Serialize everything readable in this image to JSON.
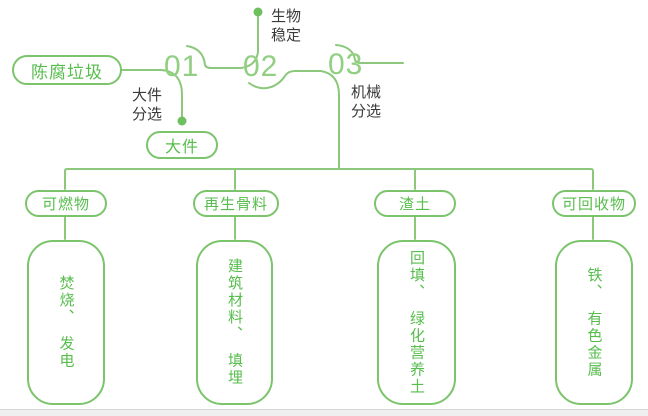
{
  "palette": {
    "line_green": "#8cc87c",
    "border_green": "#7cc46c",
    "text_green": "#57bd4c",
    "number_green": "#92cf83",
    "dark_text": "#3a3a3a",
    "dot_green": "#6ec05e"
  },
  "flow": {
    "source": {
      "label": "陈腐垃圾"
    },
    "steps": [
      {
        "number": "01",
        "label": "大件\n分选",
        "output": "大件"
      },
      {
        "number": "02",
        "label": "生物\n稳定"
      },
      {
        "number": "03",
        "label": "机械\n分选"
      }
    ],
    "branches": [
      {
        "category": "可燃物",
        "result": "焚烧、　发电"
      },
      {
        "category": "再生骨料",
        "result": "建筑材料、　填埋"
      },
      {
        "category": "渣土",
        "result": "回填、　绿化营养土"
      },
      {
        "category": "可回收物",
        "result": "铁、　有色金属"
      }
    ]
  }
}
